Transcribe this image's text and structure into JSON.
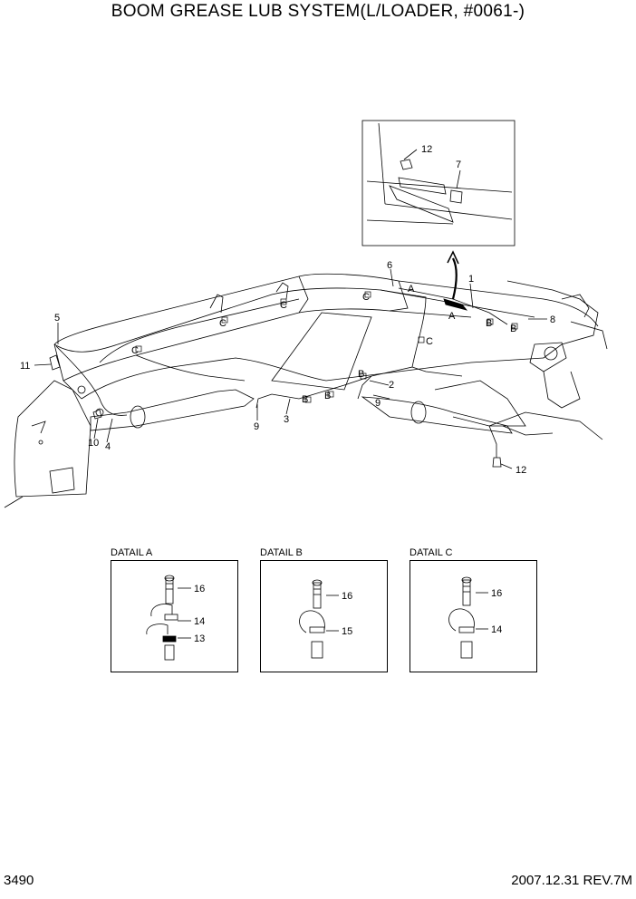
{
  "title": "BOOM GREASE LUB SYSTEM(L/LOADER, #0061-)",
  "footer": {
    "page": "3490",
    "revision": "2007.12.31 REV.7M"
  },
  "main_labels": {
    "p1": "1",
    "p2": "2",
    "p3": "3",
    "p4": "4",
    "p5": "5",
    "p6": "6",
    "p7": "7",
    "p8": "8",
    "p9a": "9",
    "p9b": "9",
    "p10": "10",
    "p11": "11",
    "p12a": "12",
    "p12b": "12",
    "A1": "A",
    "A2": "A",
    "B1": "B",
    "B2": "B",
    "B3": "B",
    "B4": "B",
    "B5": "B",
    "C1": "C",
    "C2": "C",
    "C3": "C",
    "C4": "C",
    "C5": "C"
  },
  "details": [
    {
      "title": "DATAIL A",
      "labels": [
        "16",
        "14",
        "13"
      ]
    },
    {
      "title": "DATAIL B",
      "labels": [
        "16",
        "15"
      ]
    },
    {
      "title": "DATAIL C",
      "labels": [
        "16",
        "14"
      ]
    }
  ]
}
